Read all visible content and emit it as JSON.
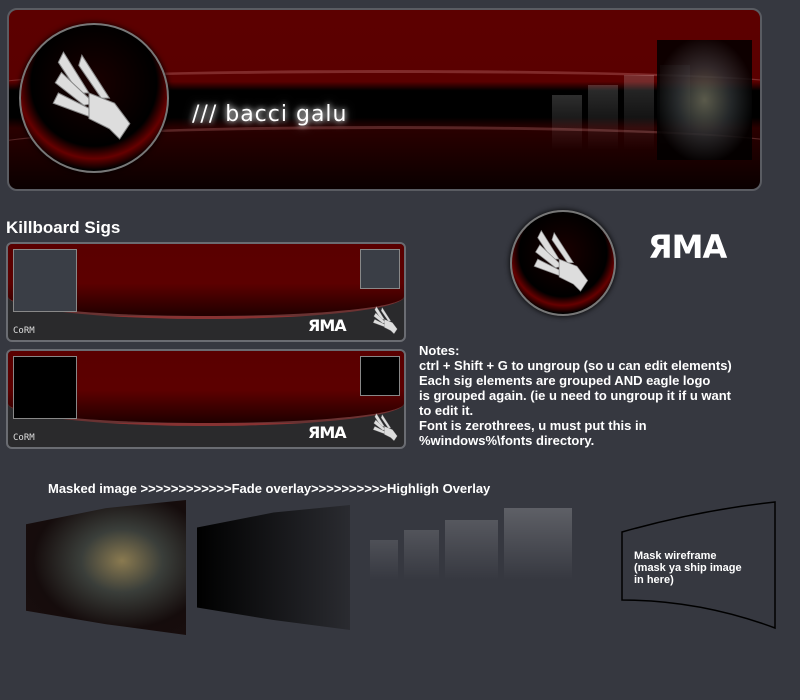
{
  "banner": {
    "name": "/// bacci galu"
  },
  "section_title": "Killboard Sigs",
  "sigs": [
    {
      "corp": "CoRM",
      "logo": "ЯMA"
    },
    {
      "corp": "CoRM",
      "logo": "ЯMA"
    }
  ],
  "logo_text": "ЯMA",
  "notes": {
    "title": "Notes:",
    "lines": [
      "ctrl + Shift + G to ungroup (so u can edit elements)",
      "Each sig elements are grouped AND eagle logo",
      "is grouped again. (ie u need to ungroup it if u want",
      "to edit it.",
      "Font is zerothrees, u must put this in",
      "%windows%\\fonts directory."
    ]
  },
  "flow_label": "Masked image >>>>>>>>>>>>Fade overlay>>>>>>>>>>Highligh Overlay",
  "wireframe": {
    "label": "Mask wireframe\n (mask ya ship image\nin  here)"
  },
  "colors": {
    "background": "#363840",
    "accent_red": "#5c0000"
  }
}
